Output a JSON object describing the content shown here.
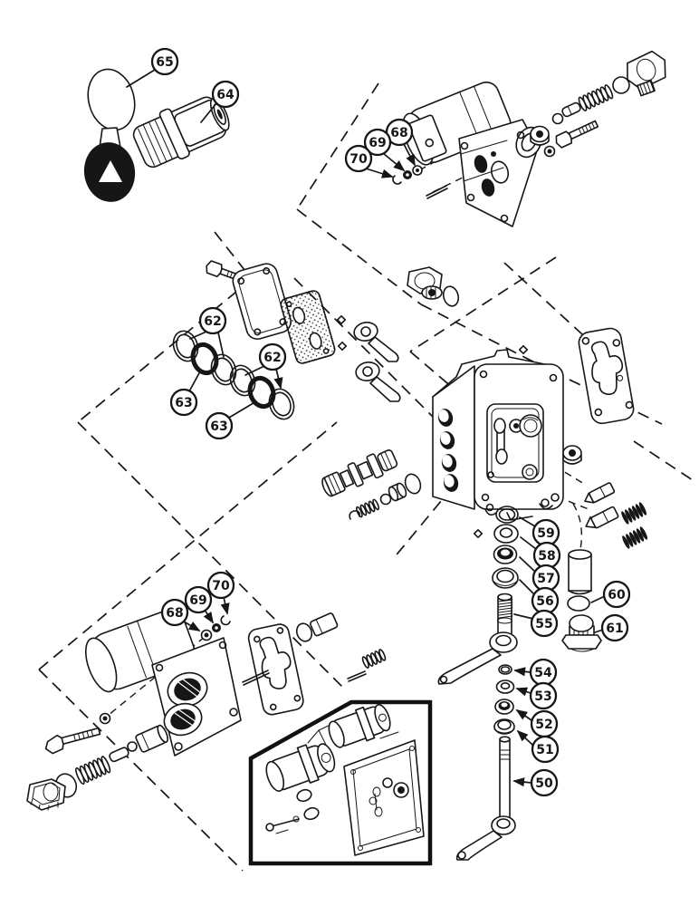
{
  "figure": {
    "type": "exploded-parts-diagram",
    "colors": {
      "ink": "#161616",
      "paper": "#ffffff"
    },
    "callout_count": 24
  },
  "callouts": [
    {
      "label": "65"
    },
    {
      "label": "64"
    },
    {
      "label": "68"
    },
    {
      "label": "69"
    },
    {
      "label": "70"
    },
    {
      "label": "62"
    },
    {
      "label": "63"
    },
    {
      "label": "62"
    },
    {
      "label": "63"
    },
    {
      "label": "59"
    },
    {
      "label": "58"
    },
    {
      "label": "57"
    },
    {
      "label": "56"
    },
    {
      "label": "55"
    },
    {
      "label": "60"
    },
    {
      "label": "61"
    },
    {
      "label": "54"
    },
    {
      "label": "53"
    },
    {
      "label": "52"
    },
    {
      "label": "51"
    },
    {
      "label": "50"
    },
    {
      "label": "68"
    },
    {
      "label": "69"
    },
    {
      "label": "70"
    }
  ]
}
